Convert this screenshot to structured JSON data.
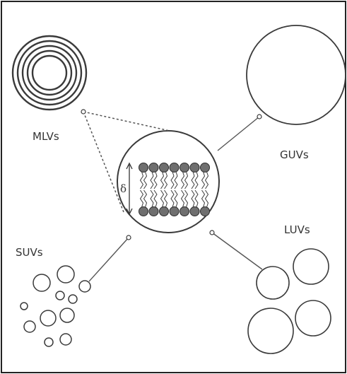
{
  "labels": {
    "mlv": "MLVs",
    "guv": "GUVs",
    "suv": "SUVs",
    "luv": "LUVs",
    "thickness_symbol": "δ"
  },
  "colors": {
    "stroke": "#3a3a3a",
    "lipid_head": "#6f6f6f",
    "background": "#ffffff"
  }
}
